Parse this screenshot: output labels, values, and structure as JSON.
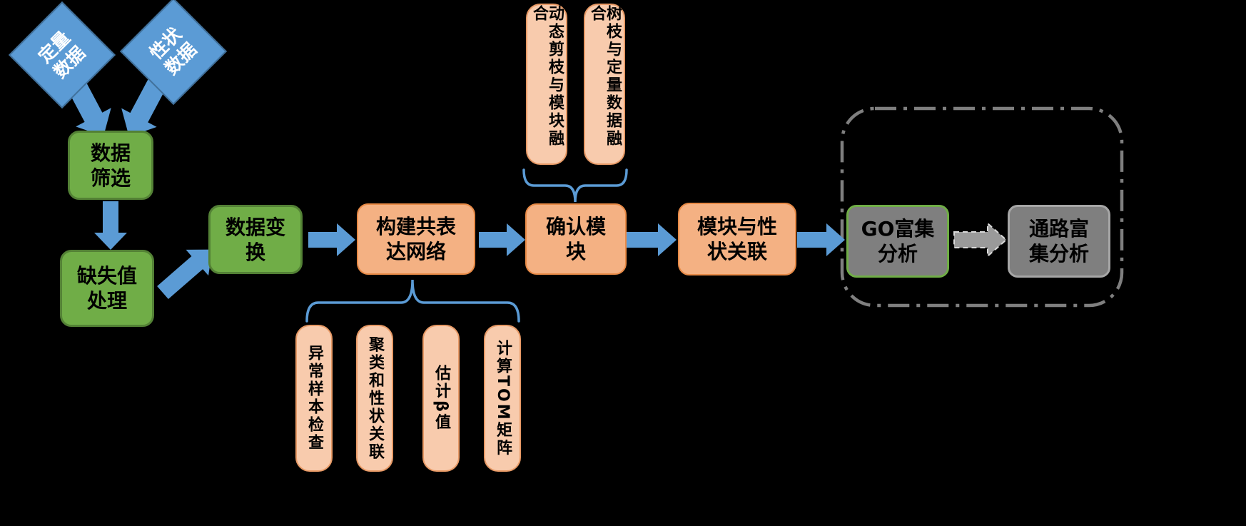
{
  "colors": {
    "background": "#000000",
    "source_blue": "#5B9BD5",
    "arrow_blue": "#5B9BD5",
    "green_fill": "#70AD47",
    "green_border": "#538135",
    "orange_fill": "#F4B183",
    "orange_light_fill": "#F8CBAD",
    "orange_border": "#E88A46",
    "gray_fill": "#7F7F7F",
    "dash_outline_gray": "#7F7F7F"
  },
  "sources": [
    {
      "label": "定量数据"
    },
    {
      "label": "性状数据"
    }
  ],
  "steps": {
    "filter": "数据筛选",
    "missing": "缺失值处理",
    "transform": "数据变换",
    "network": "构建共表达网络",
    "modules": "确认模块",
    "module_trait": "模块与性状关联",
    "go_enrichment": "GO富集分析",
    "pathway_enrichment": "通路富集分析"
  },
  "module_detail": [
    {
      "label": "动态剪枝与模块融合"
    },
    {
      "label": "树枝与定量数据融合"
    }
  ],
  "network_detail": [
    {
      "label": "异常样本检查"
    },
    {
      "label": "聚类和性状关联"
    },
    {
      "label": "估计β值"
    },
    {
      "label": "计算TOM矩阵"
    }
  ]
}
